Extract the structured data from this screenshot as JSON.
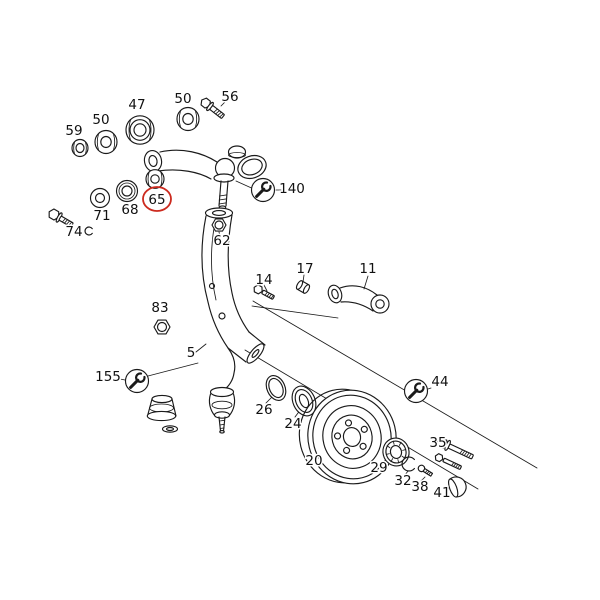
{
  "diagram": {
    "type": "exploded-parts-diagram",
    "background_color": "#ffffff",
    "line_color": "#1a1a1a",
    "highlight_color": "#cc2a1e",
    "highlighted_label": "65",
    "special_tool_labels": [
      "140",
      "155",
      "44"
    ]
  },
  "labels": [
    {
      "id": "59"
    },
    {
      "id": "50"
    },
    {
      "id": "47"
    },
    {
      "id": "50"
    },
    {
      "id": "56"
    },
    {
      "id": "71"
    },
    {
      "id": "68"
    },
    {
      "id": "65"
    },
    {
      "id": "74"
    },
    {
      "id": "62"
    },
    {
      "id": "140"
    },
    {
      "id": "14"
    },
    {
      "id": "17"
    },
    {
      "id": "11"
    },
    {
      "id": "83"
    },
    {
      "id": "5"
    },
    {
      "id": "155"
    },
    {
      "id": "26"
    },
    {
      "id": "24"
    },
    {
      "id": "20"
    },
    {
      "id": "29"
    },
    {
      "id": "32"
    },
    {
      "id": "38"
    },
    {
      "id": "41"
    },
    {
      "id": "44"
    },
    {
      "id": "35"
    }
  ]
}
